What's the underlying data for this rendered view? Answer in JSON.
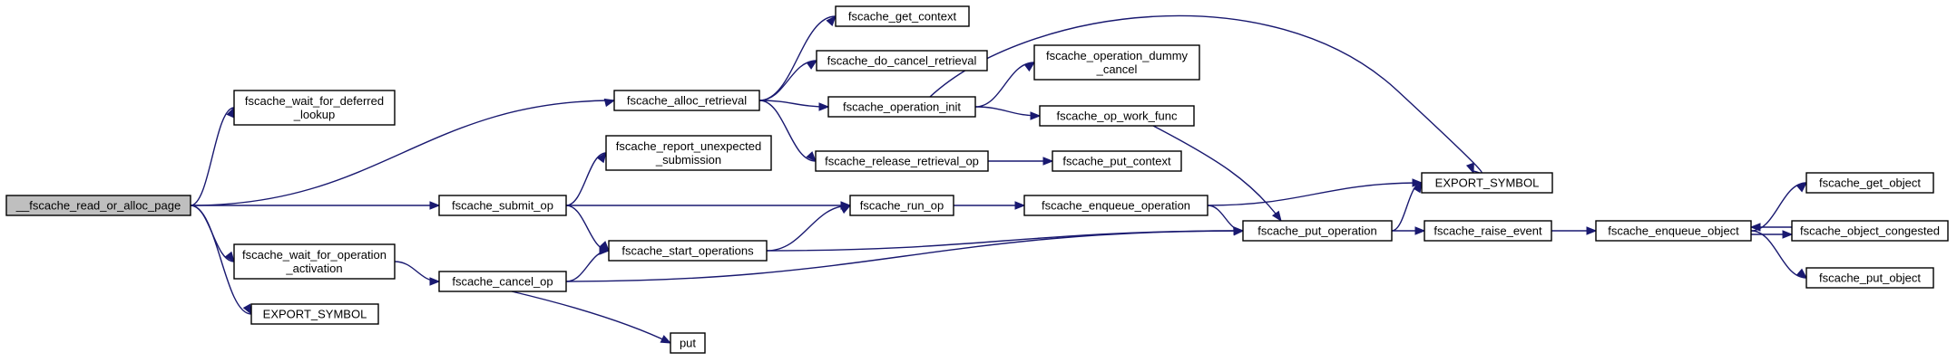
{
  "graph": {
    "edge_color": "#191970",
    "root_fill": "#bfbfbf",
    "nodes": [
      {
        "id": "n0",
        "lines": [
          "__fscache_read_or_alloc_page"
        ],
        "root": true
      },
      {
        "id": "n1",
        "lines": [
          "fscache_wait_for_deferred",
          "_lookup"
        ]
      },
      {
        "id": "n2",
        "lines": [
          "fscache_alloc_retrieval"
        ]
      },
      {
        "id": "n3",
        "lines": [
          "fscache_submit_op"
        ]
      },
      {
        "id": "n4",
        "lines": [
          "fscache_wait_for_operation",
          "_activation"
        ]
      },
      {
        "id": "n5",
        "lines": [
          "EXPORT_SYMBOL"
        ]
      },
      {
        "id": "n6",
        "lines": [
          "fscache_get_context"
        ]
      },
      {
        "id": "n7",
        "lines": [
          "fscache_do_cancel_retrieval"
        ]
      },
      {
        "id": "n8",
        "lines": [
          "fscache_operation_init"
        ]
      },
      {
        "id": "n9",
        "lines": [
          "fscache_release_retrieval_op"
        ]
      },
      {
        "id": "n10",
        "lines": [
          "fscache_report_unexpected",
          "_submission"
        ]
      },
      {
        "id": "n11",
        "lines": [
          "fscache_run_op"
        ]
      },
      {
        "id": "n12",
        "lines": [
          "fscache_start_operations"
        ]
      },
      {
        "id": "n13",
        "lines": [
          "fscache_cancel_op"
        ]
      },
      {
        "id": "n14",
        "lines": [
          "put"
        ]
      },
      {
        "id": "n15",
        "lines": [
          "fscache_operation_dummy",
          "_cancel"
        ]
      },
      {
        "id": "n16",
        "lines": [
          "fscache_op_work_func"
        ]
      },
      {
        "id": "n17",
        "lines": [
          "fscache_put_context"
        ]
      },
      {
        "id": "n18",
        "lines": [
          "fscache_enqueue_operation"
        ]
      },
      {
        "id": "n19",
        "lines": [
          "EXPORT_SYMBOL"
        ]
      },
      {
        "id": "n20",
        "lines": [
          "fscache_put_operation"
        ]
      },
      {
        "id": "n21",
        "lines": [
          "fscache_raise_event"
        ]
      },
      {
        "id": "n22",
        "lines": [
          "fscache_enqueue_object"
        ]
      },
      {
        "id": "n23",
        "lines": [
          "fscache_get_object"
        ]
      },
      {
        "id": "n24",
        "lines": [
          "fscache_object_congested"
        ]
      },
      {
        "id": "n25",
        "lines": [
          "fscache_put_object"
        ]
      }
    ],
    "edges": [
      [
        "n0",
        "n1"
      ],
      [
        "n0",
        "n2"
      ],
      [
        "n0",
        "n3"
      ],
      [
        "n0",
        "n4"
      ],
      [
        "n0",
        "n5"
      ],
      [
        "n2",
        "n6"
      ],
      [
        "n2",
        "n7"
      ],
      [
        "n2",
        "n8"
      ],
      [
        "n2",
        "n9"
      ],
      [
        "n8",
        "n15"
      ],
      [
        "n8",
        "n16"
      ],
      [
        "n8",
        "n19"
      ],
      [
        "n9",
        "n17"
      ],
      [
        "n16",
        "n20"
      ],
      [
        "n3",
        "n10"
      ],
      [
        "n3",
        "n11"
      ],
      [
        "n3",
        "n12"
      ],
      [
        "n4",
        "n13"
      ],
      [
        "n13",
        "n12"
      ],
      [
        "n13",
        "n20"
      ],
      [
        "n13",
        "n14"
      ],
      [
        "n12",
        "n11"
      ],
      [
        "n12",
        "n20"
      ],
      [
        "n11",
        "n18"
      ],
      [
        "n18",
        "n19"
      ],
      [
        "n18",
        "n20"
      ],
      [
        "n20",
        "n19"
      ],
      [
        "n20",
        "n21"
      ],
      [
        "n21",
        "n22"
      ],
      [
        "n22",
        "n23"
      ],
      [
        "n22",
        "n24"
      ],
      [
        "n22",
        "n25"
      ],
      [
        "n24",
        "n22"
      ]
    ]
  }
}
